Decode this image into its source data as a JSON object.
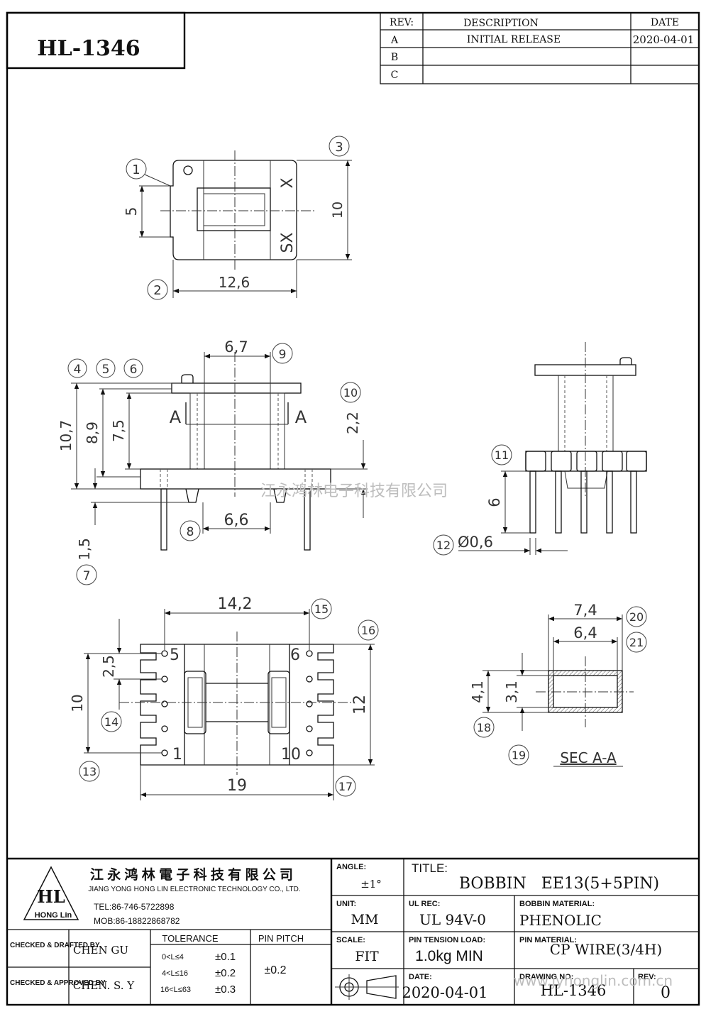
{
  "part_number": "HL-1346",
  "revision_table": {
    "headers": {
      "rev": "REV:",
      "description": "DESCRIPTION",
      "date": "DATE"
    },
    "rows": [
      {
        "rev": "A",
        "description": "INITIAL RELEASE",
        "date": "2020-04-01"
      },
      {
        "rev": "B",
        "description": "",
        "date": ""
      },
      {
        "rev": "C",
        "description": "",
        "date": ""
      }
    ]
  },
  "top_view": {
    "callouts": [
      "1",
      "2",
      "3"
    ],
    "dims": {
      "pin_pitch_side": "5",
      "height": "10",
      "width": "12,6"
    },
    "marks": [
      "X",
      "SX"
    ]
  },
  "front_view": {
    "callouts": [
      "4",
      "5",
      "6",
      "7",
      "8",
      "9",
      "10"
    ],
    "dims": {
      "overall": "10,7",
      "h1": "8,9",
      "h2": "7,5",
      "core": "6,7",
      "flange": "2,2",
      "pin_stub": "1,5",
      "base": "6,6"
    },
    "section": "A"
  },
  "side_view": {
    "callouts": [
      "11",
      "12"
    ],
    "dims": {
      "pin_length": "6",
      "pin_dia": "Ø0,6"
    }
  },
  "bottom_view": {
    "callouts": [
      "13",
      "14",
      "15",
      "16",
      "17"
    ],
    "dims": {
      "pin_span": "14,2",
      "pitch": "2,5",
      "height_left": "10",
      "height_right": "12",
      "width": "19"
    },
    "pin_labels": [
      "5",
      "6",
      "1",
      "10"
    ]
  },
  "section_view": {
    "callouts": [
      "18",
      "19",
      "20",
      "21"
    ],
    "dims": {
      "outer_w": "7,4",
      "inner_w": "6,4",
      "outer_h": "4,1",
      "inner_h": "3,1"
    },
    "label": "SEC  A-A"
  },
  "watermark": {
    "cn": "江永鸿林电子科技有限公司",
    "url": "www.jyhonglin.com.cn"
  },
  "title_block": {
    "company_cn": "江 永 鸿 林 電 子 科 技 有 限 公 司",
    "company_en": "JIANG YONG HONG LIN ELECTRONIC TECHNOLOGY CO., LTD.",
    "logo_text": "HL",
    "logo_sub": "HONG Lin",
    "tel": "TEL:86-746-5722898",
    "mob": "MOB:86-18822868782",
    "checked_drafted_label": "CHECKED & DRAFTED BY",
    "checked_drafted_by": "CHEN GU",
    "checked_approved_label": "CHECKED & APPROVED BY",
    "checked_approved_by": "CHEN. S. Y",
    "tolerance_label": "TOLERANCE",
    "tolerance_rows": [
      {
        "range": "0<L≤4",
        "value": "±0.1"
      },
      {
        "range": "4<L≤16",
        "value": "±0.2"
      },
      {
        "range": "16<L≤63",
        "value": "±0.3"
      }
    ],
    "pin_pitch_label": "PIN PITCH",
    "pin_pitch": "±0.2",
    "angle_label": "ANGLE:",
    "angle": "±1°",
    "unit_label": "UNIT:",
    "unit": "MM",
    "scale_label": "SCALE:",
    "scale": "FIT",
    "title_label": "TITLE:",
    "title": "BOBBIN   EE13(5+5PIN)",
    "ul_label": "UL REC:",
    "ul": "UL 94V-0",
    "bobbin_material_label": "BOBBIN MATERIAL:",
    "bobbin_material": "PHENOLIC",
    "pin_tension_label": "PIN TENSION LOAD:",
    "pin_tension": "1.0kg MIN",
    "pin_material_label": "PIN MATERIAL:",
    "pin_material": "CP WIRE(3/4H)",
    "date_label": "DATE:",
    "date": "2020-04-01",
    "drawing_no_label": "DRAWING NO:",
    "drawing_no": "HL-1346",
    "rev_label": "REV:",
    "rev": "0"
  }
}
